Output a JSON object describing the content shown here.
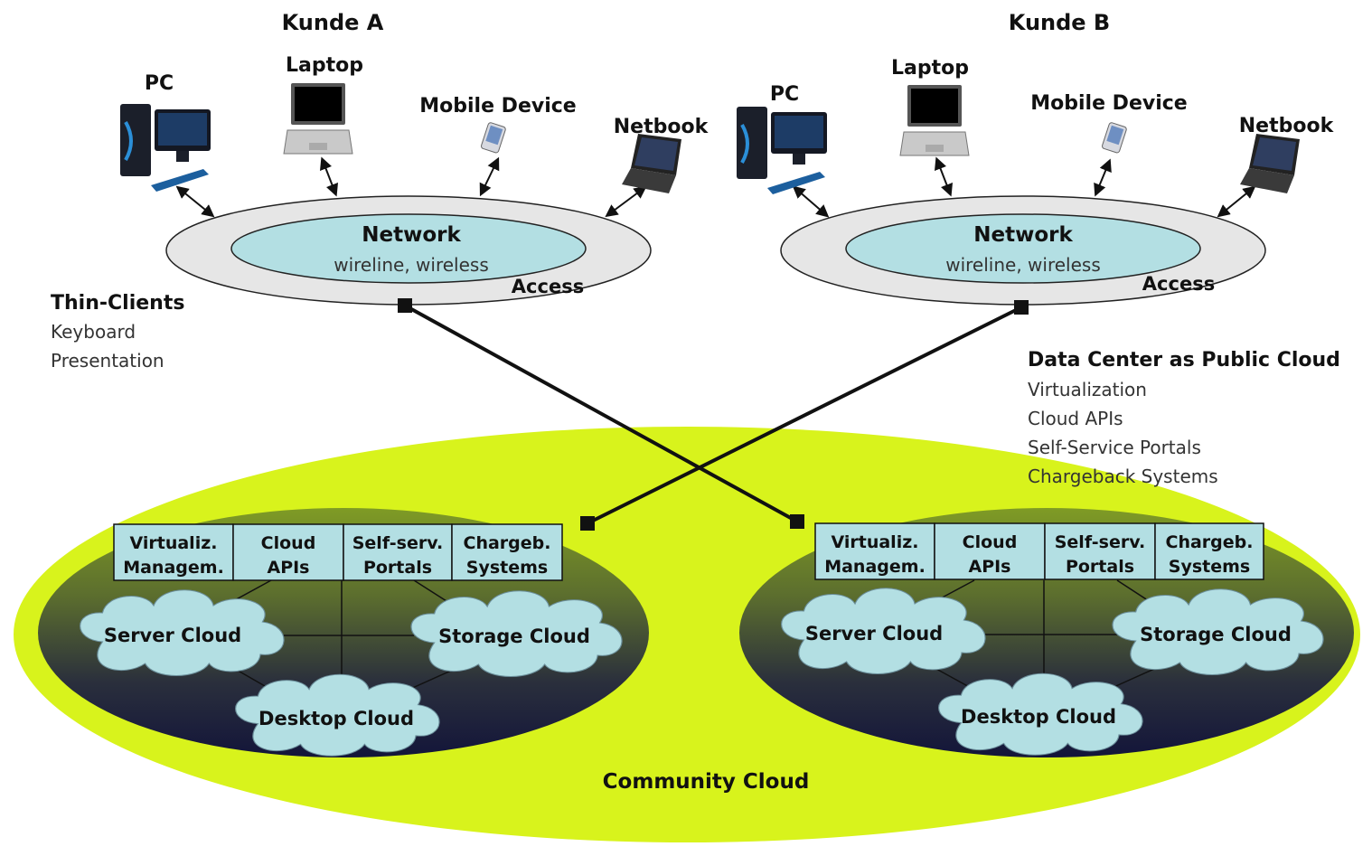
{
  "customers": [
    {
      "title": "Kunde A",
      "devices": {
        "pc": "PC",
        "laptop": "Laptop",
        "mobile": "Mobile Device",
        "netbook": "Netbook"
      },
      "network": {
        "title": "Network",
        "subtitle": "wireline, wireless",
        "access": "Access"
      }
    },
    {
      "title": "Kunde B",
      "devices": {
        "pc": "PC",
        "laptop": "Laptop",
        "mobile": "Mobile Device",
        "netbook": "Netbook"
      },
      "network": {
        "title": "Network",
        "subtitle": "wireline, wireless",
        "access": "Access"
      }
    }
  ],
  "thin_clients": {
    "title": "Thin-Clients",
    "lines": [
      "Keyboard",
      "Presentation"
    ]
  },
  "data_center": {
    "title": "Data Center as Public Cloud",
    "lines": [
      "Virtualization",
      "Cloud APIs",
      "Self-Service Portals",
      "Chargeback Systems"
    ]
  },
  "data_centers": [
    {
      "services": [
        {
          "line1": "Virtualiz.",
          "line2": "Managem."
        },
        {
          "line1": "Cloud",
          "line2": "APIs"
        },
        {
          "line1": "Self-serv.",
          "line2": "Portals"
        },
        {
          "line1": "Chargeb.",
          "line2": "Systems"
        }
      ],
      "clouds": {
        "server": "Server Cloud",
        "storage": "Storage Cloud",
        "desktop": "Desktop Cloud"
      }
    },
    {
      "services": [
        {
          "line1": "Virtualiz.",
          "line2": "Managem."
        },
        {
          "line1": "Cloud",
          "line2": "APIs"
        },
        {
          "line1": "Self-serv.",
          "line2": "Portals"
        },
        {
          "line1": "Chargeb.",
          "line2": "Systems"
        }
      ],
      "clouds": {
        "server": "Server Cloud",
        "storage": "Storage Cloud",
        "desktop": "Desktop Cloud"
      }
    }
  ],
  "community_cloud": "Community Cloud",
  "colors": {
    "community": "#d8f31c",
    "network_outer": "#e6e6e6",
    "network_inner": "#b3dfe3",
    "service_box": "#b3dfe3",
    "cloud": "#b3dfe3",
    "dc_top": "#7f9b25",
    "dc_bottom": "#13153a"
  }
}
